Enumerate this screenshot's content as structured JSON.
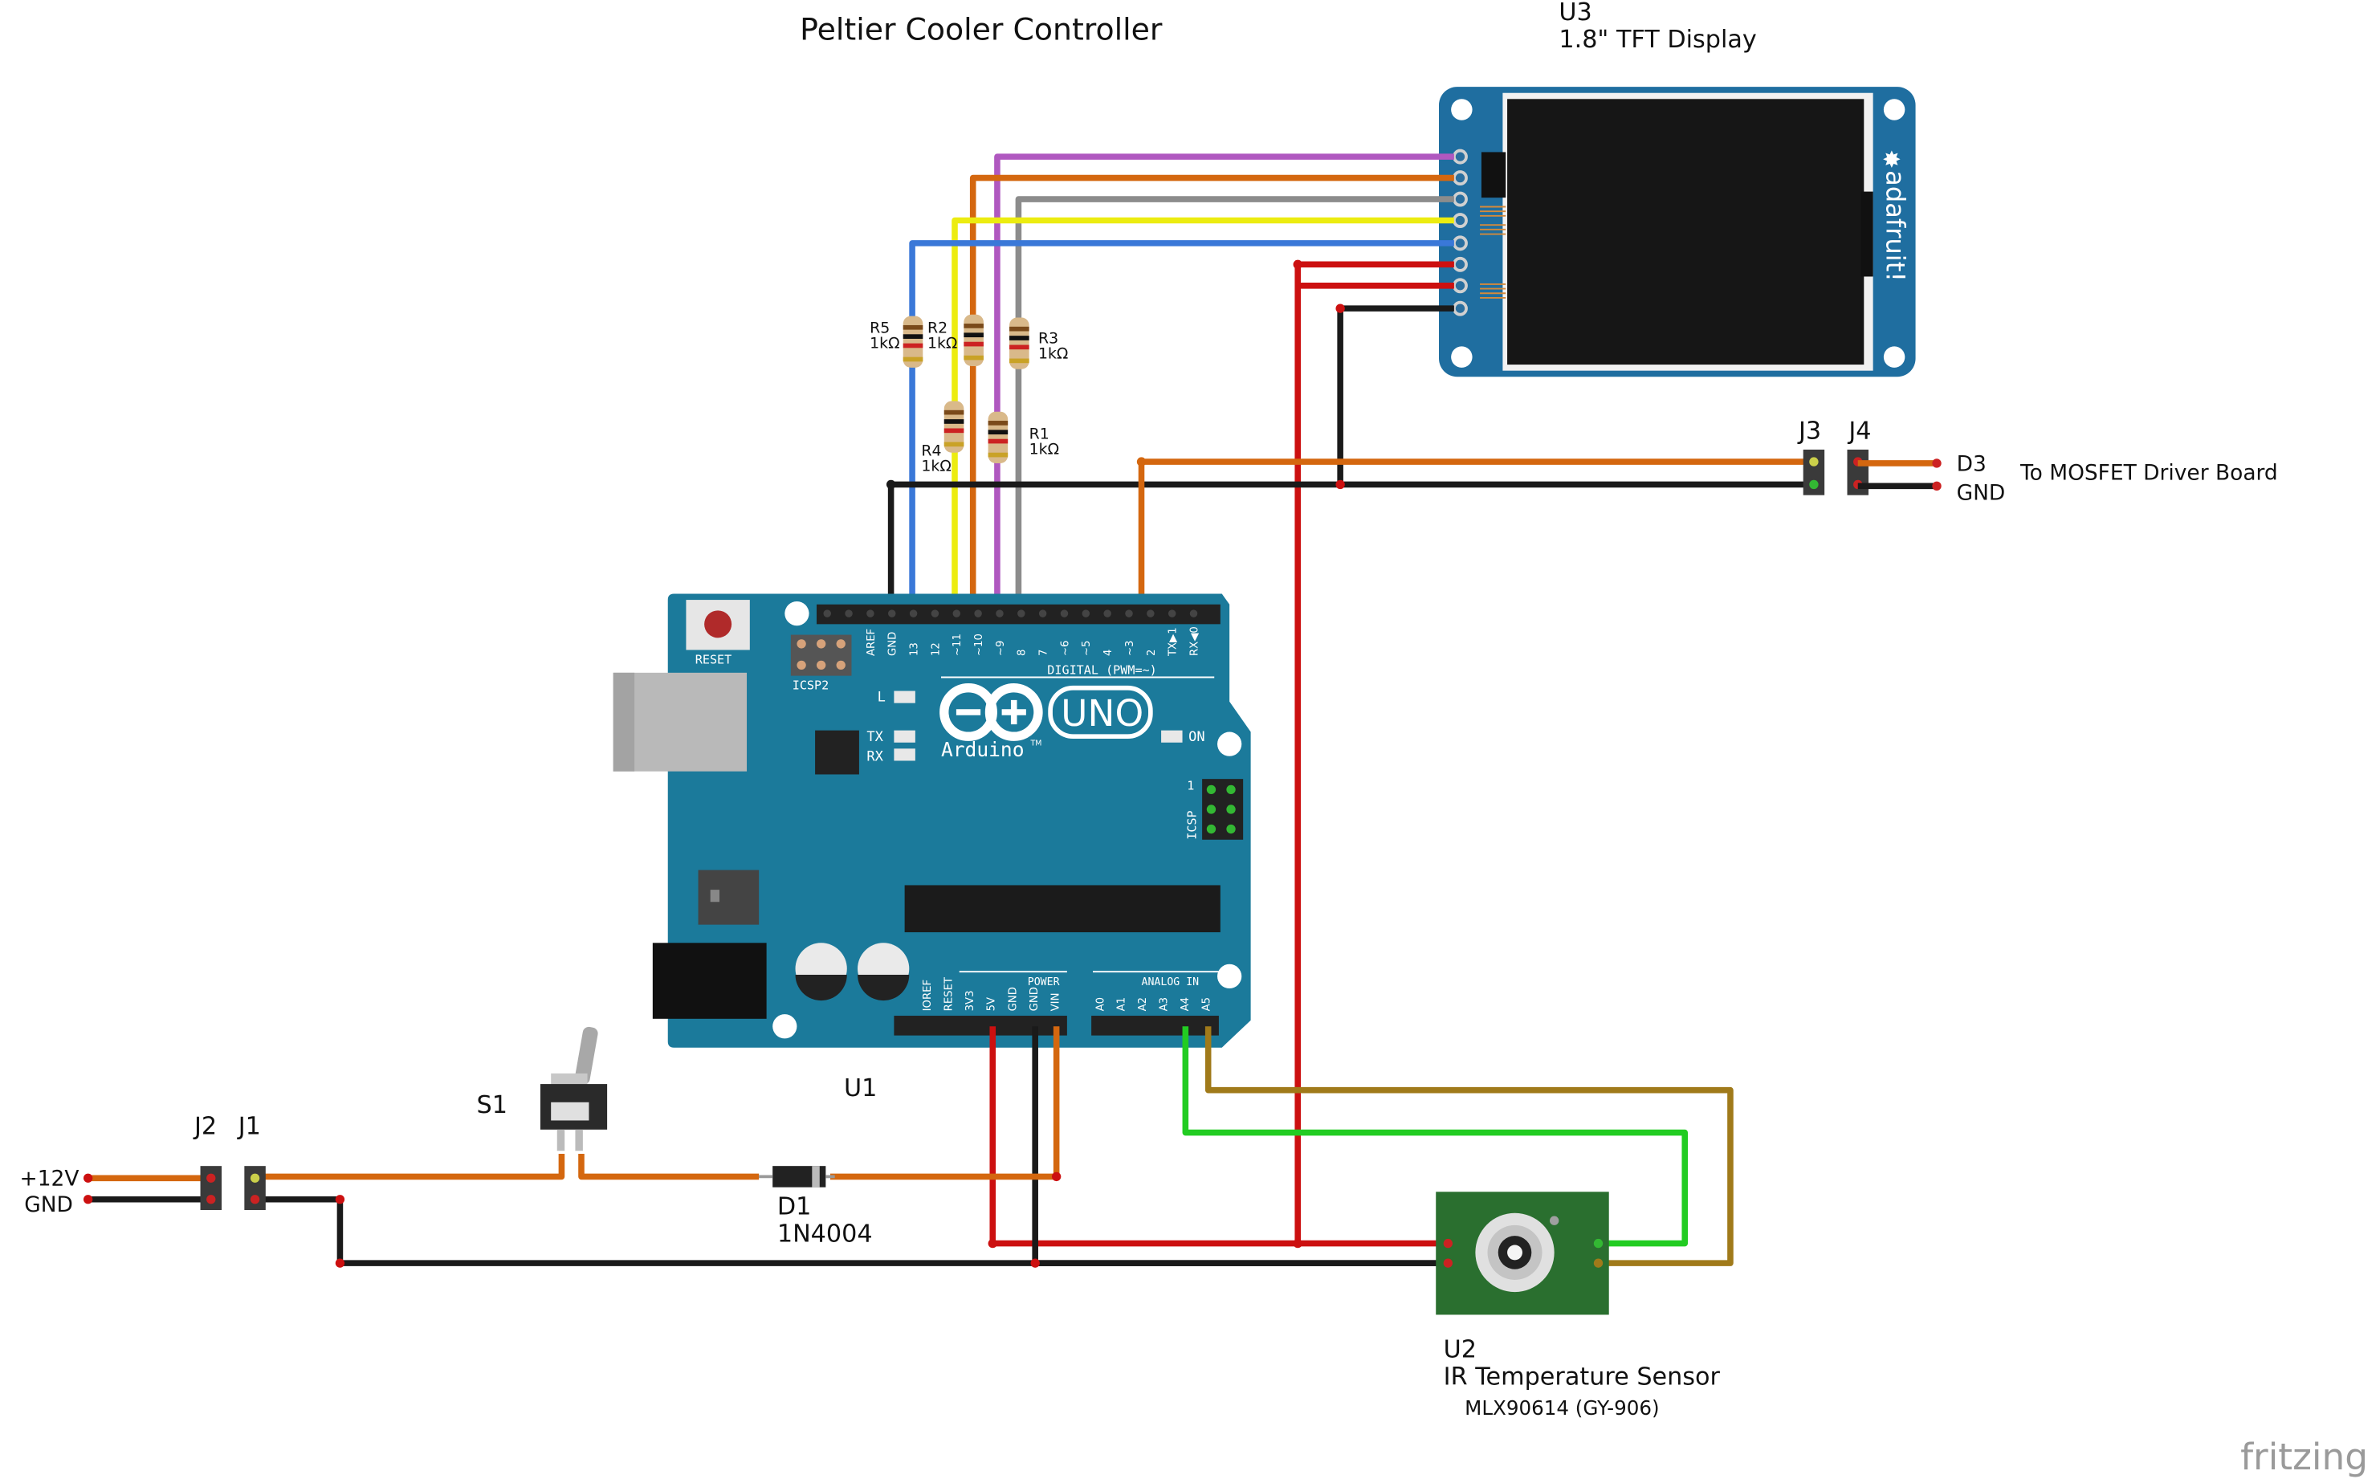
{
  "title": "Peltier Cooler Controller",
  "display": {
    "ref": "U3",
    "name": "1.8\" TFT Display",
    "brand": "adafruit!"
  },
  "arduino": {
    "ref": "U1",
    "model": "UNO",
    "brand": "Arduino",
    "trademark": "TM",
    "reset": "RESET",
    "icsp": "ICSP",
    "icsp2": "ICSP2",
    "digital_label": "DIGITAL (PWM=~)",
    "power_label": "POWER",
    "analog_label": "ANALOG IN",
    "led_l": "L",
    "led_tx": "TX",
    "led_rx": "RX",
    "led_on": "ON",
    "icsp_pin1": "1",
    "top_pins": [
      "AREF",
      "GND",
      "13",
      "12",
      "~11",
      "~10",
      "~9",
      "8",
      "7",
      "~6",
      "~5",
      "4",
      "~3",
      "2",
      "TX▶1",
      "RX◀0"
    ],
    "power_pins": [
      "IOREF",
      "RESET",
      "3V3",
      "5V",
      "GND",
      "GND",
      "VIN"
    ],
    "analog_pins": [
      "A0",
      "A1",
      "A2",
      "A3",
      "A4",
      "A5"
    ]
  },
  "resistors": [
    {
      "ref": "R5",
      "value": "1kΩ"
    },
    {
      "ref": "R2",
      "value": "1kΩ"
    },
    {
      "ref": "R3",
      "value": "1kΩ"
    },
    {
      "ref": "R4",
      "value": "1kΩ"
    },
    {
      "ref": "R1",
      "value": "1kΩ"
    }
  ],
  "connectors": {
    "j3": "J3",
    "j4": "J4",
    "j4_pin1": "D3",
    "j4_pin2": "GND",
    "j4_note": "To MOSFET Driver Board",
    "j2": "J2",
    "j1": "J1",
    "j2_pin1": "+12V",
    "j2_pin2": "GND"
  },
  "switch": {
    "ref": "S1"
  },
  "diode": {
    "ref": "D1",
    "part": "1N4004"
  },
  "sensor": {
    "ref": "U2",
    "name": "IR Temperature Sensor",
    "part": "MLX90614 (GY-906)"
  },
  "watermark": "fritzing",
  "colors": {
    "board": "#1b7a9b",
    "board_dark": "#105a74",
    "wire_orange": "#d4670f",
    "wire_red": "#cc1010",
    "wire_black": "#1a1a1a",
    "wire_blue": "#3a78d8",
    "wire_yellow": "#ecec10",
    "wire_gray": "#8c8c8c",
    "wire_purple": "#b058c0",
    "wire_green": "#22cc22",
    "wire_olive": "#a07a1a",
    "pcb_green": "#2a6f2f"
  }
}
